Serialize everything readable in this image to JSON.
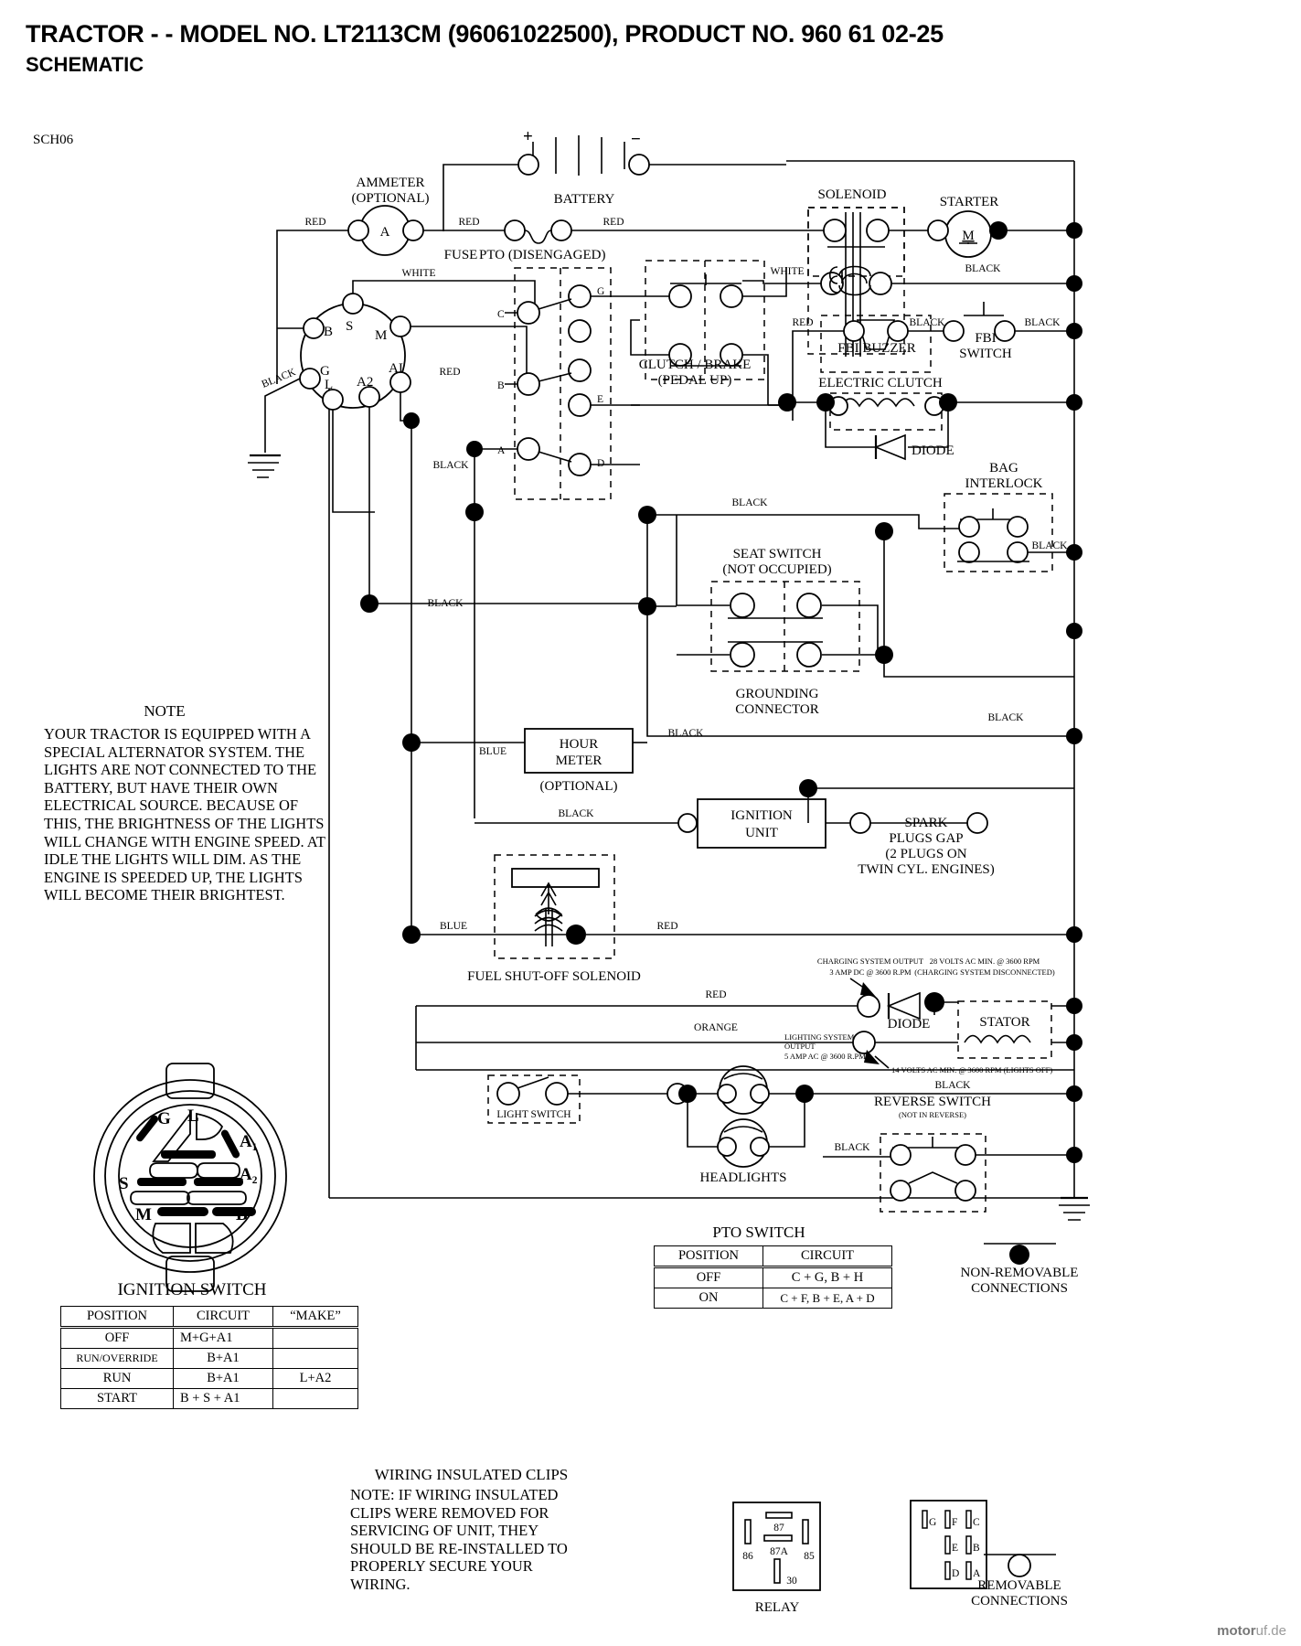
{
  "title": {
    "line1": "TRACTOR - - MODEL NO. LT2113CM (96061022500), PRODUCT NO. 960 61 02-25",
    "line2": "SCHEMATIC",
    "sheet_code": "SCH06"
  },
  "components": {
    "ammeter": "AMMETER",
    "ammeter_opt": "(OPTIONAL)",
    "ammeter_sym": "A",
    "battery": "BATTERY",
    "battery_plus": "+",
    "battery_minus": "−",
    "fuse": "FUSE",
    "pto": "PTO (DISENGAGED)",
    "solenoid": "SOLENOID",
    "starter": "STARTER",
    "starter_sym": "M",
    "clutch_brake": "CLUTCH / BRAKE",
    "clutch_brake_2": "(PEDAL UP)",
    "fbi_buzzer": "FBI BUZZER",
    "fbi_switch_1": "FBI",
    "fbi_switch_2": "SWITCH",
    "electric_clutch": "ELECTRIC CLUTCH",
    "diode": "DIODE",
    "bag_interlock_1": "BAG",
    "bag_interlock_2": "INTERLOCK",
    "seat_switch_1": "SEAT SWITCH",
    "seat_switch_2": "(NOT OCCUPIED)",
    "grounding_1": "GROUNDING",
    "grounding_2": "CONNECTOR",
    "hour_meter_1": "HOUR",
    "hour_meter_2": "METER",
    "hour_meter_opt": "(OPTIONAL)",
    "ignition_unit_1": "IGNITION",
    "ignition_unit_2": "UNIT",
    "spark_1": "SPARK",
    "spark_2": "PLUGS GAP",
    "spark_3": "(2 PLUGS ON",
    "spark_4": "TWIN CYL. ENGINES)",
    "fuel_solenoid": "FUEL SHUT-OFF SOLENOID",
    "stator": "STATOR",
    "diode2": "DIODE",
    "light_switch": "LIGHT SWITCH",
    "headlights": "HEADLIGHTS",
    "reverse_switch_1": "REVERSE SWITCH",
    "reverse_switch_2": "(NOT IN REVERSE)",
    "relay": "RELAY",
    "ignition_switch_caption": "IGNITION SWITCH"
  },
  "alternator_terminals": [
    "S",
    "M",
    "B",
    "AI",
    "G",
    "A2",
    "L"
  ],
  "switch_pins": {
    "pto_left": [
      "C",
      "B",
      "A"
    ],
    "pto_right": [
      "G",
      "E",
      "D"
    ]
  },
  "wire_labels": {
    "red": "RED",
    "white": "WHITE",
    "black": "BLACK",
    "blue": "BLUE",
    "orange": "ORANGE"
  },
  "annotations": {
    "charging_1": "CHARGING SYSTEM OUTPUT",
    "charging_2": "3 AMP DC @ 3600 R.PM",
    "volts_dc_1": "28 VOLTS AC MIN. @ 3600 RPM",
    "volts_dc_2": "(CHARGING SYSTEM DISCONNECTED)",
    "lighting_1": "LIGHTING SYSTEM",
    "lighting_2": "OUTPUT",
    "lighting_3": "5 AMP AC @ 3600 R.PM",
    "volts_ac": "14 VOLTS AC MIN. @ 3600 RPM (LIGHTS OFF)"
  },
  "note": {
    "heading": "NOTE",
    "body": "YOUR TRACTOR IS EQUIPPED WITH A SPECIAL ALTERNATOR SYSTEM. THE LIGHTS ARE NOT CONNECTED TO THE BATTERY, BUT HAVE THEIR OWN ELECTRICAL SOURCE. BECAUSE OF THIS, THE BRIGHTNESS OF THE LIGHTS WILL CHANGE WITH ENGINE SPEED.  AT IDLE THE LIGHTS WILL DIM.  AS THE ENGINE IS SPEEDED UP, THE LIGHTS WILL BECOME THEIR BRIGHTEST."
  },
  "clips_note": {
    "heading": "WIRING INSULATED CLIPS",
    "body": "NOTE:  IF WIRING INSULATED CLIPS WERE REMOVED FOR SERVICING OF UNIT, THEY SHOULD BE RE-INSTALLED TO PROPERLY SECURE YOUR WIRING."
  },
  "ignition_switch_face": {
    "labels": [
      "G",
      "L",
      "A₁",
      "A₂",
      "S",
      "M",
      "B"
    ]
  },
  "ignition_switch_table": {
    "caption": "IGNITION SWITCH",
    "headers": [
      "POSITION",
      "CIRCUIT",
      "“MAKE”"
    ],
    "rows": [
      [
        "OFF",
        "M+G+A1",
        ""
      ],
      [
        "RUN/OVERRIDE",
        "B+A1",
        ""
      ],
      [
        "RUN",
        "B+A1",
        "L+A2"
      ],
      [
        "START",
        "B + S + A1",
        ""
      ]
    ]
  },
  "pto_switch_table": {
    "caption": "PTO SWITCH",
    "headers": [
      "POSITION",
      "CIRCUIT"
    ],
    "rows": [
      [
        "OFF",
        "C + G, B + H"
      ],
      [
        "ON",
        "C + F, B + E, A + D"
      ]
    ]
  },
  "relay_pins": [
    "87",
    "87A",
    "86",
    "85",
    "30"
  ],
  "connector_pins": [
    [
      "G",
      "F",
      "C"
    ],
    [
      "E",
      "B"
    ],
    [
      "D",
      "A"
    ]
  ],
  "legend": {
    "non_removable_1": "NON-REMOVABLE",
    "non_removable_2": "CONNECTIONS",
    "removable_1": "REMOVABLE",
    "removable_2": "CONNECTIONS"
  },
  "watermark": "motoruf.de"
}
